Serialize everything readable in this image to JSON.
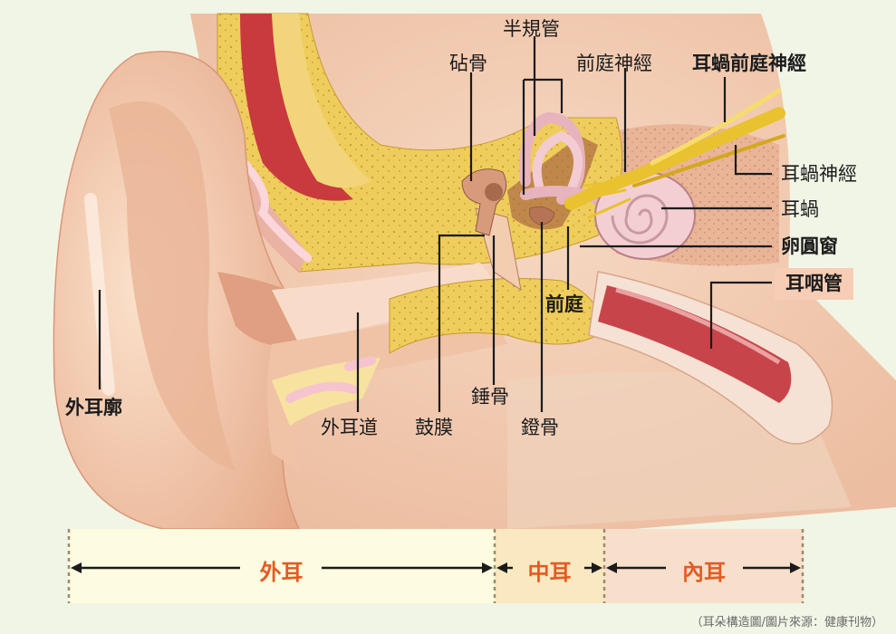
{
  "labels": {
    "semicircular_canals": "半規管",
    "incus": "砧骨",
    "vestibular_nerve": "前庭神經",
    "vestibulocochlear_nerve": "耳蝸前庭神經",
    "cochlear_nerve": "耳蝸神經",
    "cochlea": "耳蝸",
    "oval_window": "卵圓窗",
    "eustachian_tube": "耳咽管",
    "vestibule": "前庭",
    "auricle": "外耳廓",
    "ear_canal": "外耳道",
    "eardrum": "鼓膜",
    "malleus": "錘骨",
    "stapes": "鐙骨"
  },
  "regions": {
    "outer": "外耳",
    "middle": "中耳",
    "inner": "內耳"
  },
  "caption": "（耳朵構造圖/圖片來源：健康刊物）",
  "colors": {
    "background": "#f1f5e6",
    "skin": "#f2c5a5",
    "bone": "#eecd5d",
    "muscle_red": "#c83a3e",
    "nerve": "#e9c22f",
    "region_outer": "#fdfbe0",
    "region_middle": "#fae8c1",
    "region_inner": "#f7dfcc",
    "region_text": "#e35b22"
  }
}
